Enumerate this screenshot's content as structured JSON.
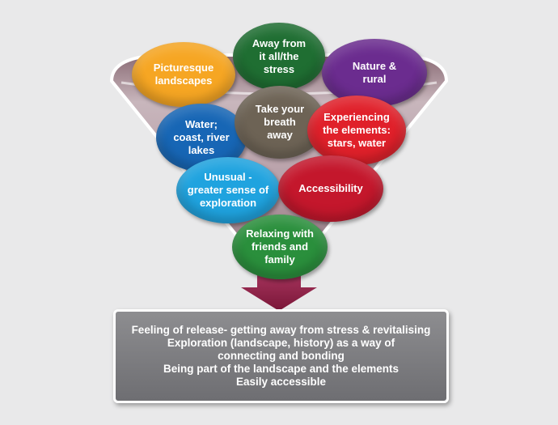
{
  "diagram": {
    "nodes": [
      {
        "id": "picturesque",
        "label": "Picturesque\nlandscapes",
        "color": "#f6a623"
      },
      {
        "id": "away",
        "label": "Away from\nit all/the\nstress",
        "color": "#1f6e32"
      },
      {
        "id": "nature",
        "label": "Nature &\nrural",
        "color": "#6b2c8f"
      },
      {
        "id": "water",
        "label": "Water;\ncoast, river\nlakes",
        "color": "#1766b5"
      },
      {
        "id": "breath",
        "label": "Take your\nbreath\naway",
        "color": "#6d6355"
      },
      {
        "id": "elements",
        "label": "Experiencing\nthe elements:\nstars, water",
        "color": "#e0202a"
      },
      {
        "id": "unusual",
        "label": "Unusual -\ngreater sense of\nexploration",
        "color": "#1fa3df"
      },
      {
        "id": "access",
        "label": "Accessibility",
        "color": "#c4172c"
      },
      {
        "id": "relaxing",
        "label": "Relaxing with\nfriends and\nfamily",
        "color": "#2a8f3c"
      }
    ],
    "result_lines": [
      "Feeling of release- getting away from stress & revitalising",
      "Exploration (landscape, history) as a way of",
      "connecting and bonding",
      "Being part of the landscape and the elements",
      "Easily accessible"
    ],
    "colors": {
      "funnel": "#b39aa3",
      "funnel_rim": "#ffffff",
      "arrow": "#8f1f47",
      "box": "#7c7c80"
    }
  }
}
